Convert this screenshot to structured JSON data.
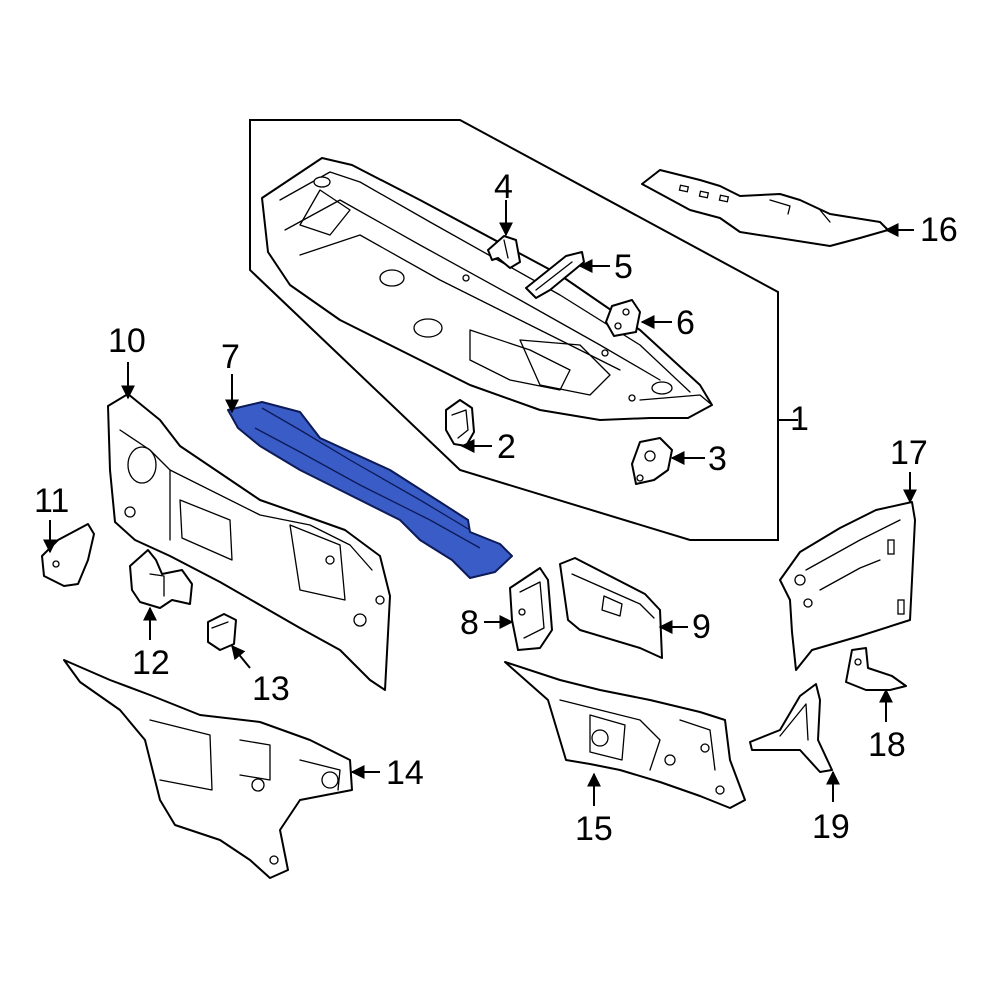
{
  "diagram": {
    "highlight_color": "#3a5cc7",
    "line_color": "#000000",
    "background": "#ffffff",
    "callouts": [
      "1",
      "2",
      "3",
      "4",
      "5",
      "6",
      "7",
      "8",
      "9",
      "10",
      "11",
      "12",
      "13",
      "14",
      "15",
      "16",
      "17",
      "18",
      "19"
    ],
    "highlighted_part": "7"
  }
}
